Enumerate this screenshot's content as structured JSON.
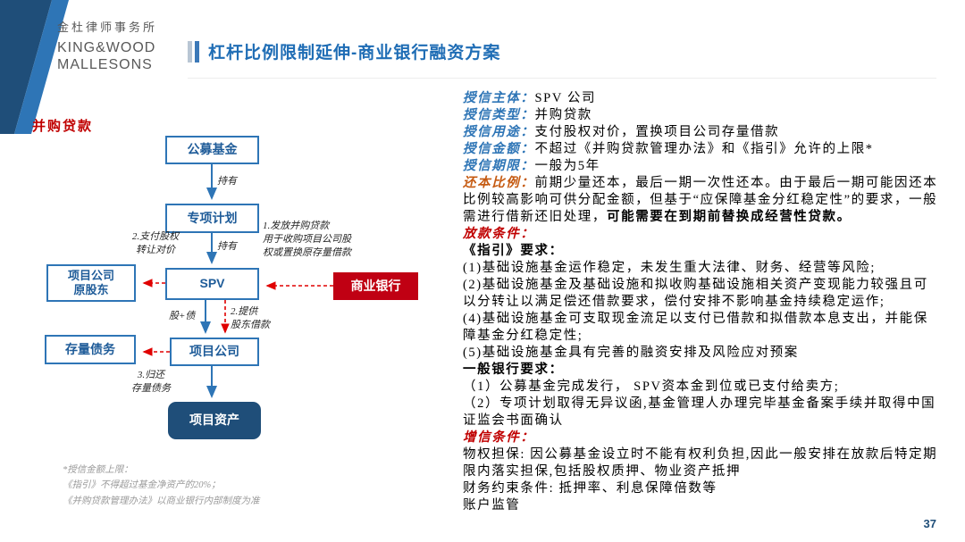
{
  "header": {
    "firm_cn": "金杜律师事务所",
    "firm_en1": "KING&WOOD",
    "firm_en2": "MALLESONS",
    "title": "杠杆比例限制延伸-商业银行融资方案"
  },
  "diagram": {
    "section_title": "并购贷款",
    "nodes": {
      "public_fund": "公募基金",
      "special_plan": "专项计划",
      "spv": "SPV",
      "original_shareholder": "项目公司\n原股东",
      "commercial_bank": "商业银行",
      "project_company": "项目公司",
      "existing_debt": "存量债务",
      "project_asset": "项目资产"
    },
    "edge_labels": {
      "hold1": "持有",
      "hold2": "持有",
      "pay_equity": "2.支付股权\n转让对价",
      "grant_loan": "1.发放并购贷款\n用于收购项目公司股\n权或置换原存量借款",
      "equity_plus_debt": "股+债",
      "shareholder_loan": "2.提供\n股东借款",
      "repay_debt": "3.归还\n存量债务"
    },
    "footnote": "*授信金额上限：\n《指引》不得超过基金净资产的20%；\n《并购贷款管理办法》以商业银行内部制度为准"
  },
  "details": [
    {
      "label": "授信主体：",
      "style": "blue",
      "text": "SPV 公司"
    },
    {
      "label": "授信类型：",
      "style": "blue",
      "text": "并购贷款"
    },
    {
      "label": "授信用途：",
      "style": "blue",
      "text": "支付股权对价，置换项目公司存量借款"
    },
    {
      "label": "授信金额：",
      "style": "blue",
      "text": "不超过《并购贷款管理办法》和《指引》允许的上限*"
    },
    {
      "label": "授信期限：",
      "style": "blue",
      "text": "一般为5年"
    },
    {
      "label": "还本比例：",
      "style": "orange",
      "text": "前期少量还本，最后一期一次性还本。由于最后一期可能因还本比例较高影响可供分配金额，但基于“应保障基金分红稳定性”的要求，一般需进行借新还旧处理，",
      "bold": "可能需要在到期前替换成经营性贷款。"
    },
    {
      "label": "放款条件：",
      "style": "red"
    },
    {
      "label": "《指引》要求：",
      "style": "black-bold"
    },
    {
      "text": "(1)基础设施基金运作稳定，未发生重大法律、财务、经营等风险;"
    },
    {
      "text": "(2)基础设施基金及基础设施和拟收购基础设施相关资产变现能力较强且可以分转让以满足偿还借款要求，偿付安排不影响基金持续稳定运作;"
    },
    {
      "text": "(4)基础设施基金可支取现金流足以支付已借款和拟借款本息支出，并能保障基金分红稳定性;"
    },
    {
      "text": "(5)基础设施基金具有完善的融资安排及风险应对预案"
    },
    {
      "label": "一般银行要求：",
      "style": "black-bold"
    },
    {
      "text": "（1）公募基金完成发行， SPV资本金到位或已支付给卖方;"
    },
    {
      "text": "（2）专项计划取得无异议函,基金管理人办理完毕基金备案手续并取得中国证监会书面确认"
    },
    {
      "label": "增信条件：",
      "style": "red"
    },
    {
      "text": "物权担保: 因公募基金设立时不能有权利负担,因此一般安排在放款后特定期限内落实担保,包括股权质押、物业资产抵押"
    },
    {
      "text": "财务约束条件: 抵押率、利息保障倍数等"
    },
    {
      "text": "账户监管"
    }
  ],
  "page_number": "37",
  "colors": {
    "title_blue": "#1F6DB5",
    "accent_blue": "#2E75B6",
    "red": "#C00013",
    "navy": "#1F4E79",
    "orange_red": "#C55A11",
    "arrow_red": "#E00000"
  }
}
